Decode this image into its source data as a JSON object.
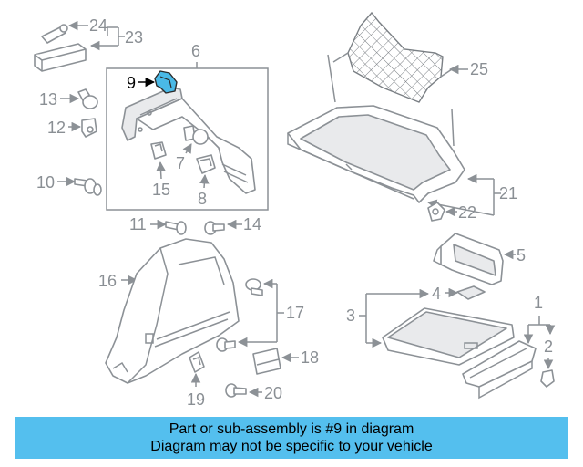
{
  "diagram": {
    "callouts": {
      "c1": "1",
      "c2": "2",
      "c3": "3",
      "c4": "4",
      "c5": "5",
      "c6": "6",
      "c7": "7",
      "c8": "8",
      "c9": "9",
      "c10": "10",
      "c11": "11",
      "c12": "12",
      "c13": "13",
      "c14": "14",
      "c15": "15",
      "c16": "16",
      "c17": "17",
      "c18": "18",
      "c19": "19",
      "c20": "20",
      "c21": "21",
      "c22": "22",
      "c23": "23",
      "c24": "24",
      "c25": "25"
    },
    "highlighted_part": "9",
    "highlight_color": "#4ab9e6",
    "line_color": "#8c9196"
  },
  "banner": {
    "line1": "Part or sub-assembly is #9 in diagram",
    "line2": "Diagram may not be specific to your vehicle",
    "background": "#54bfee"
  }
}
